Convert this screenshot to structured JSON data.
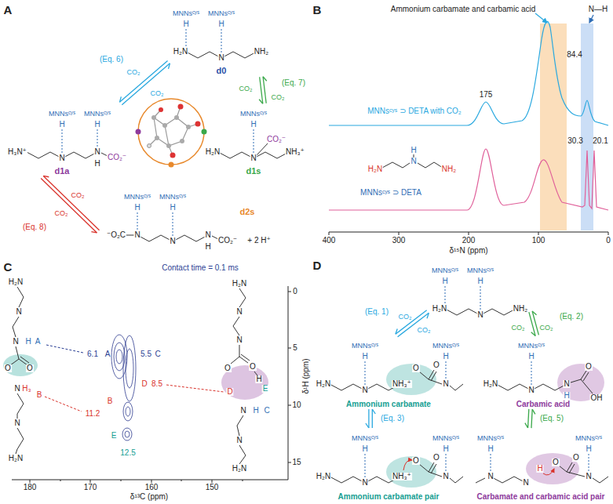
{
  "diagram": {
    "nodes": [
      {
        "text": [
          "MNNsᶜʸˢ",
          "H",
          "MNNsᶜʸˢ",
          "H",
          "H₂N",
          "N",
          "NH₂",
          "d0"
        ]
      },
      {
        "text": [
          "MNNsᶜʸˢ",
          "H",
          "MNNsᶜʸˢ",
          "H",
          "H₃N⁺",
          "N",
          "N",
          "H",
          "CO₂⁻",
          "d1a"
        ]
      },
      {
        "text": [
          "MNNsᶜʸˢ",
          "H",
          "CO₂⁻",
          "H₂N",
          "N",
          "NH₃⁺",
          "d1s"
        ]
      },
      {
        "text": [
          "MNNsᶜʸˢ",
          "H",
          "MNNsᶜʸˢ",
          "H",
          "⁻O₂C",
          "N",
          "N",
          "N",
          "H",
          "CO₂⁻",
          "+ 2 H⁺",
          "d2s"
        ]
      },
      {
        "text": [
          "MNNsᶜʸˢ",
          "H",
          "MNNsᶜʸˢ",
          "H",
          "H₂N",
          "N",
          "NH₂"
        ]
      },
      {
        "text": [
          "MNNsᶜʸˢ",
          "H",
          "MNNsᶜʸˢ",
          "H",
          "H₂N",
          "N",
          "NH₃⁺",
          "O",
          "O",
          "N",
          "Ammonium carbamate"
        ]
      },
      {
        "text": [
          "MNNsᶜʸˢ",
          "H",
          "H₂N",
          "N",
          "N",
          "H",
          "O",
          "OH",
          "Carbamic acid"
        ]
      },
      {
        "text": [
          "MNNsᶜʸˢ",
          "H",
          "MNNsᶜʸˢ",
          "H",
          "H₂N",
          "N",
          "NH₃⁺",
          "O",
          "O",
          "N",
          "Ammonium carbamate pair"
        ]
      },
      {
        "text": [
          "MNNsᶜʸˢ",
          "H",
          "MNNsᶜʸˢ",
          "H",
          "N",
          "N",
          "H",
          "O",
          "O",
          "N",
          "Carbamate and carbamic acid pair"
        ]
      }
    ],
    "edges": [
      {
        "from": 1,
        "to": 0,
        "label": "(Eq. 6)",
        "arrow": "both"
      },
      {
        "from": 0,
        "to": 2,
        "label": "(Eq. 7)",
        "arrow": "both"
      },
      {
        "from": 1,
        "to": 3,
        "label": "(Eq. 8)",
        "arrow": "both"
      },
      {
        "from": 4,
        "to": 5,
        "label": "(Eq. 1)",
        "arrow": "both"
      },
      {
        "from": 4,
        "to": 6,
        "label": "(Eq. 2)",
        "arrow": "both"
      },
      {
        "from": 5,
        "to": 7,
        "label": "(Eq. 3)",
        "arrow": "both"
      },
      {
        "from": 6,
        "to": 8,
        "label": "(Eq. 5)",
        "arrow": "both"
      }
    ],
    "labels": [
      "A",
      "CO₂",
      "CO₂",
      "CO₂",
      "CO₂",
      "CO₂",
      "CO₂",
      "B",
      "Ammonium carbamate and carbamic acid",
      "N—H",
      "175",
      "84.4",
      "MNNsᶜʸˢ ⊃ DETA with CO₂",
      "MNNsᶜʸˢ ⊃ DETA",
      "H₂N",
      "H",
      "N",
      "NH₂",
      "30.3",
      "20.1",
      "400",
      "300",
      "200",
      "100",
      "0",
      "δ¹⁵N (ppm)",
      "C",
      "Contact time = 0.1 ms",
      "6.1",
      "A",
      "5.5",
      "C",
      "11.2",
      "B",
      "D",
      "8.5",
      "E",
      "12.5",
      "180",
      "170",
      "160",
      "150",
      "δ¹³C (ppm)",
      "0",
      "5",
      "10",
      "15",
      "δ¹H (ppm)",
      "H₂N",
      "N",
      "N",
      "H",
      "A",
      "O",
      "O",
      "N",
      "H₃",
      "B",
      "N",
      "H₂N",
      "H₂N",
      "N",
      "N",
      "O",
      "O",
      "H",
      "D",
      "E",
      "N",
      "H",
      "C",
      "N",
      "H₂N",
      "D",
      "CO₂",
      "CO₂",
      "CO₂",
      "CO₂"
    ]
  }
}
